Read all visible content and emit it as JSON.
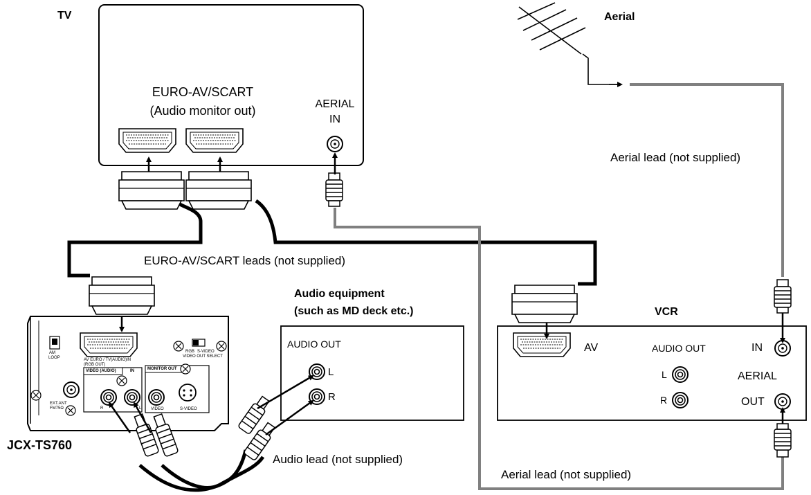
{
  "tv": {
    "title": "TV",
    "scart_label_line1": "EURO-AV/SCART",
    "scart_label_line2": "(Audio monitor out)",
    "aerial_in_line1": "AERIAL",
    "aerial_in_line2": "IN"
  },
  "aerial": {
    "title": "Aerial",
    "lead_top": "Aerial lead (not supplied)",
    "lead_bottom": "Aerial lead (not supplied)"
  },
  "scart_leads": "EURO-AV/SCART leads (not supplied)",
  "audio_equipment": {
    "title_line1": "Audio equipment",
    "title_line2": "(such as MD deck etc.)",
    "audio_out": "AUDIO OUT",
    "left": "L",
    "right": "R"
  },
  "vcr": {
    "title": "VCR",
    "av": "AV",
    "audio_out": "AUDIO OUT",
    "left": "L",
    "right": "R",
    "in": "IN",
    "aerial": "AERIAL",
    "out": "OUT"
  },
  "unit": {
    "model": "JCX-TS760",
    "am_loop": "AM\nLOOP",
    "am": "AM",
    "loop": "LOOP",
    "av_euro_line1": "AV EURO / TV(AUDIO)IN",
    "av_euro_line2": "(RGB OUT)",
    "video_audio": "VIDEO (AUDIO)",
    "in": "IN",
    "monitor_out": "MONITOR OUT",
    "rgb": "RGB",
    "s_video": "S-VIDEO",
    "video_out_select": "VIDEO OUT SELECT",
    "ext_ant": "EXT.ANT",
    "fm75": "FM75Ω",
    "r": "R",
    "l": "L",
    "video": "VIDEO",
    "svideo": "S-VIDEO"
  },
  "audio_lead": "Audio lead (not supplied)",
  "colors": {
    "line": "#000000",
    "aerial_cable": "#808080",
    "background": "#ffffff"
  }
}
